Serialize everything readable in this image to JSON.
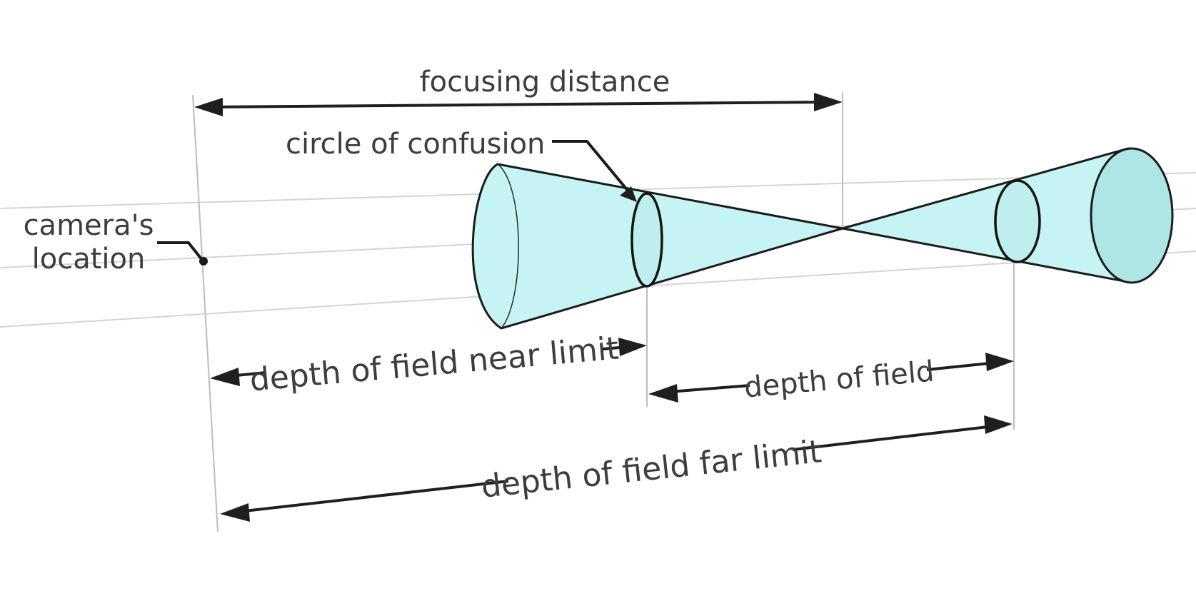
{
  "labels": {
    "focusing_distance": "focusing distance",
    "circle_of_confusion": "circle of confusion",
    "camera_location_line1": "camera's",
    "camera_location_line2": "location",
    "near_limit": "depth of field near limit",
    "depth_of_field": "depth of field",
    "far_limit": "depth of field far limit"
  },
  "colors": {
    "cone_fill": "#c6f3f3",
    "cone_base_fill": "#aee6e6",
    "line": "#1f1f1f",
    "text": "#3d3d3d"
  }
}
